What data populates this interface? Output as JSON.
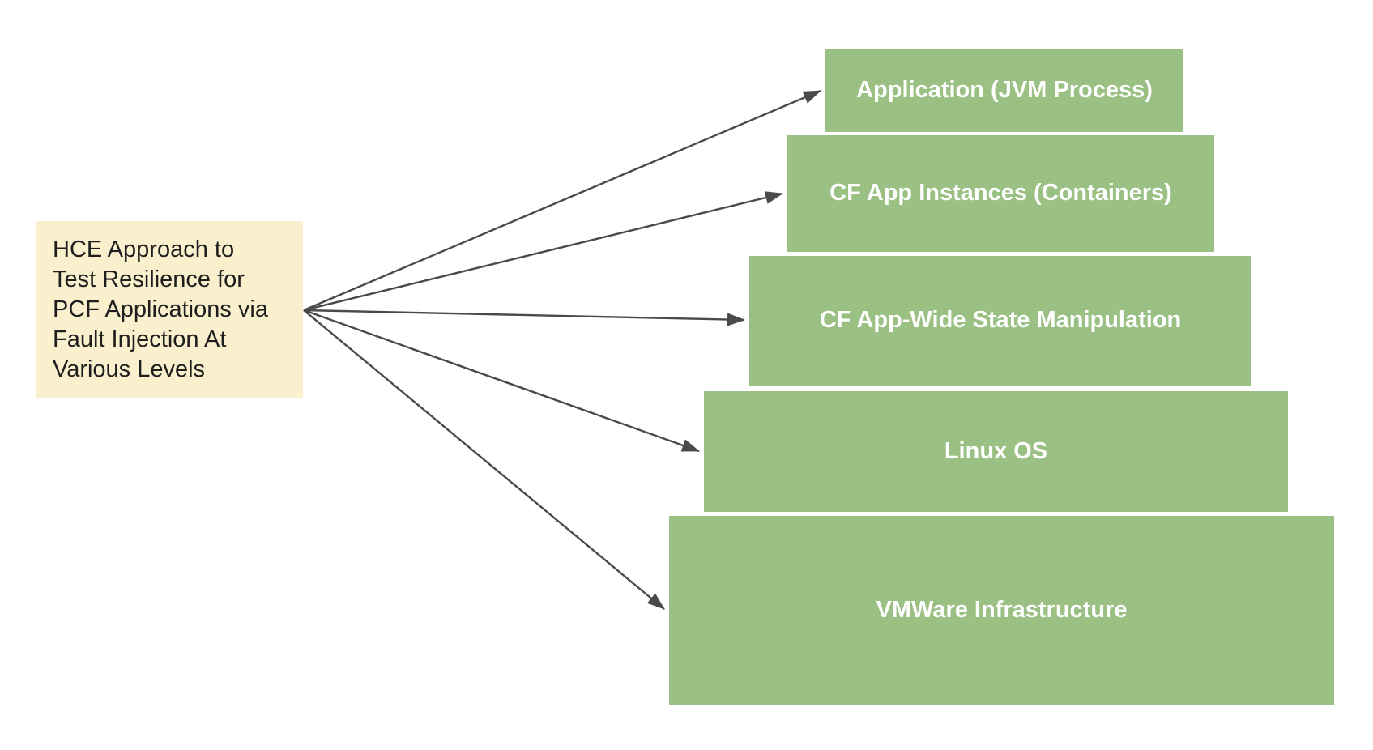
{
  "page": {
    "background": "#ffffff"
  },
  "diagram": {
    "source_note": {
      "label": "HCE Approach to Test Resilience for PCF Applications via Fault Injection At Various Levels",
      "label_lines": [
        "HCE Approach to",
        "Test Resilience for",
        "PCF Applications via",
        "Fault Injection At",
        "Various Levels"
      ],
      "bg_color": "#faf0cd",
      "text_color": "#1e1e1e"
    },
    "levels": [
      {
        "label": "Application (JVM Process)"
      },
      {
        "label": "CF App Instances (Containers)"
      },
      {
        "label": "CF App-Wide State Manipulation"
      },
      {
        "label": "Linux OS"
      },
      {
        "label": "VMWare Infrastructure"
      }
    ],
    "colors": {
      "level_bg": "#9ac083",
      "level_text": "#ffffff",
      "arrow": "#4a4a4a"
    }
  }
}
